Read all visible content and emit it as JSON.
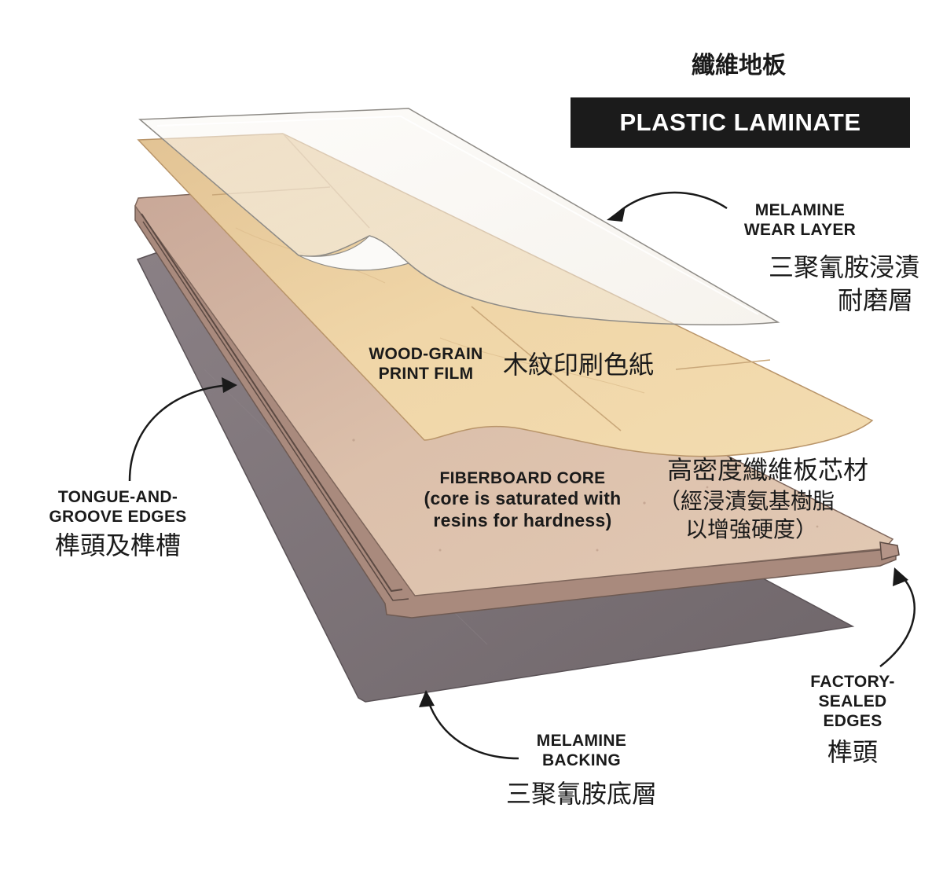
{
  "title": {
    "zh": "纖維地板",
    "en": "PLASTIC LAMINATE"
  },
  "labels": {
    "wear_layer": {
      "en_line1": "MELAMINE",
      "en_line2": "WEAR LAYER",
      "zh_line1": "三聚氰胺浸漬",
      "zh_line2": "耐磨層"
    },
    "print_film": {
      "en_line1": "WOOD-GRAIN",
      "en_line2": "PRINT FILM",
      "zh": "木紋印刷色紙"
    },
    "core": {
      "en_line1": "FIBERBOARD CORE",
      "en_line2": "(core is saturated with",
      "en_line3": "resins for hardness)",
      "zh_line1": "高密度纖維板芯材",
      "zh_line2": "（經浸漬氨基樹脂",
      "zh_line3": "以增強硬度）"
    },
    "tongue_groove": {
      "en_line1": "TONGUE-AND-",
      "en_line2": "GROOVE EDGES",
      "zh": "榫頭及榫槽"
    },
    "factory_sealed": {
      "en_line1": "FACTORY-",
      "en_line2": "SEALED",
      "en_line3": "EDGES",
      "zh": "榫頭"
    },
    "backing": {
      "en_line1": "MELAMINE",
      "en_line2": "BACKING",
      "zh": "三聚氰胺底層"
    }
  },
  "colors": {
    "backing": "#7e7478",
    "core_top": "#d6b7a3",
    "core_side": "#b9998b",
    "print_film": "#ecd1a1",
    "wear_layer": "#f7f4ee",
    "title_box": "#1b1b1b"
  }
}
